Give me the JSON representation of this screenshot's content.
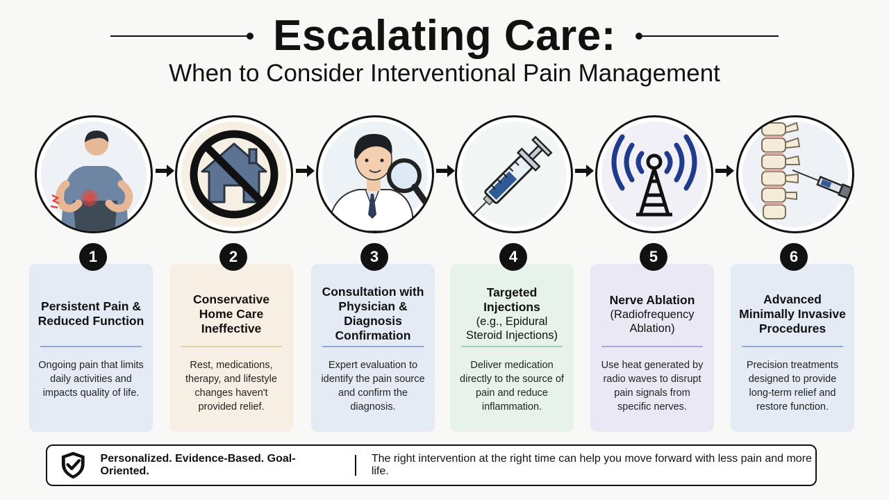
{
  "header": {
    "title": "Escalating Care:",
    "subtitle": "When to Consider Interventional Pain Management"
  },
  "steps": [
    {
      "number": "1",
      "title": "Persistent Pain & Reduced Function",
      "subtitle": "",
      "description": "Ongoing pain that limits daily activities and impacts quality of life.",
      "icon": "back-pain-icon",
      "card_color": "#e4ebf5",
      "accent": "#8eaad3"
    },
    {
      "number": "2",
      "title": "Conservative Home Care Ineffective",
      "subtitle": "",
      "description": "Rest, medications, therapy, and lifestyle changes haven't provided relief.",
      "icon": "no-home-care-icon",
      "card_color": "#f7efe3",
      "accent": "#e5cfa6"
    },
    {
      "number": "3",
      "title": "Consultation with Physician & Diagnosis Confirmation",
      "subtitle": "",
      "description": "Expert evaluation to identify the pain source and confirm the diagnosis.",
      "icon": "physician-magnifier-icon",
      "card_color": "#e4ebf5",
      "accent": "#8eaad3"
    },
    {
      "number": "4",
      "title": "Targeted Injections",
      "subtitle": "(e.g., Epidural Steroid Injections)",
      "description": "Deliver medication directly to the source of pain and reduce inflammation.",
      "icon": "syringe-icon",
      "card_color": "#e6f2ea",
      "accent": "#9fd0b1"
    },
    {
      "number": "5",
      "title": "Nerve Ablation",
      "subtitle": "(Radiofrequency Ablation)",
      "description": "Use heat generated by radio waves to disrupt pain signals from specific nerves.",
      "icon": "radio-tower-icon",
      "card_color": "#ebe8f5",
      "accent": "#b0a7d9"
    },
    {
      "number": "6",
      "title": "Advanced Minimally Invasive Procedures",
      "subtitle": "",
      "description": "Precision treatments designed to provide long-term relief and restore function.",
      "icon": "spine-needle-icon",
      "card_color": "#e4ebf5",
      "accent": "#8eaad3"
    }
  ],
  "banner": {
    "strong": "Personalized. Evidence-Based. Goal-Oriented.",
    "text": "The right intervention at the right time can help you move forward with less pain and more life.",
    "icon": "shield-check-icon"
  }
}
